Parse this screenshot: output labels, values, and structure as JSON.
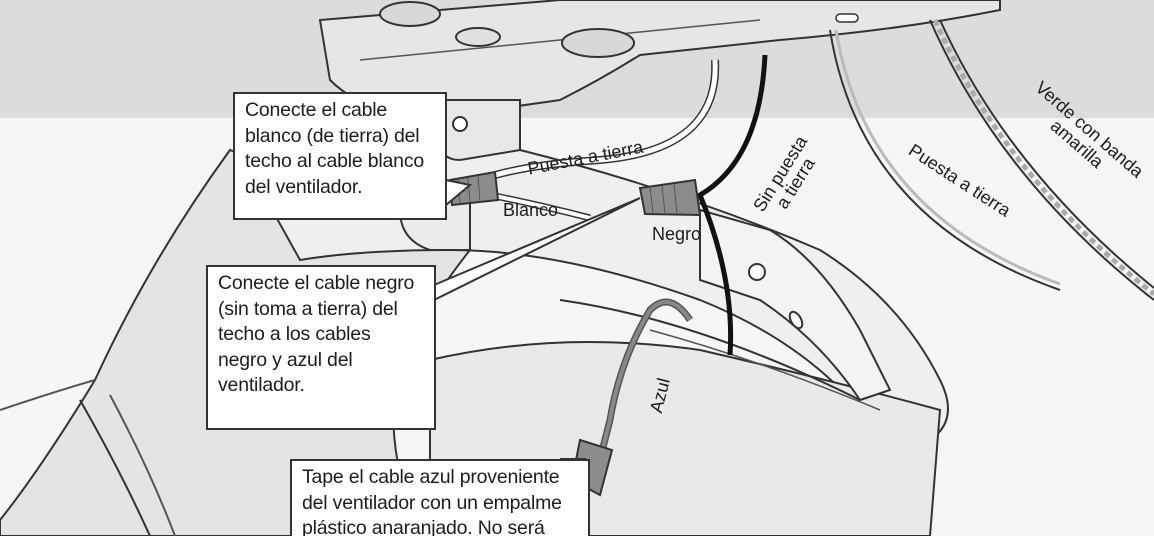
{
  "callouts": {
    "ground": {
      "lines": [
        "Conecte el cable",
        "blanco (de tierra) del",
        "techo al cable blanco",
        "del ventilador."
      ]
    },
    "hot": {
      "lines": [
        "Conecte el cable negro",
        "(sin toma a tierra) del",
        "techo a los cables",
        "negro y azul del",
        "ventilador."
      ]
    },
    "blue": {
      "lines": [
        "Tape el cable azul proveniente",
        "del ventilador con un empalme",
        "plástico anaranjado. No será"
      ]
    }
  },
  "wire_labels": {
    "puesta_a_tierra_bracket": "Puesta a tierra",
    "blanco": "Blanco",
    "negro": "Negro",
    "azul": "Azul",
    "sin_puesta_a_tierra": [
      "Sin puesta",
      "a tierra"
    ],
    "puesta_a_tierra_right": "Puesta a tierra",
    "verde_con_banda_amarilla": [
      "Verde con banda",
      "amarilla"
    ]
  },
  "colors": {
    "band": "#dcdcdc",
    "background": "#f6f6f6",
    "outline": "#333333",
    "connector": "#8c8c8c",
    "blue_wire": "#888888",
    "black_wire": "#111111"
  }
}
